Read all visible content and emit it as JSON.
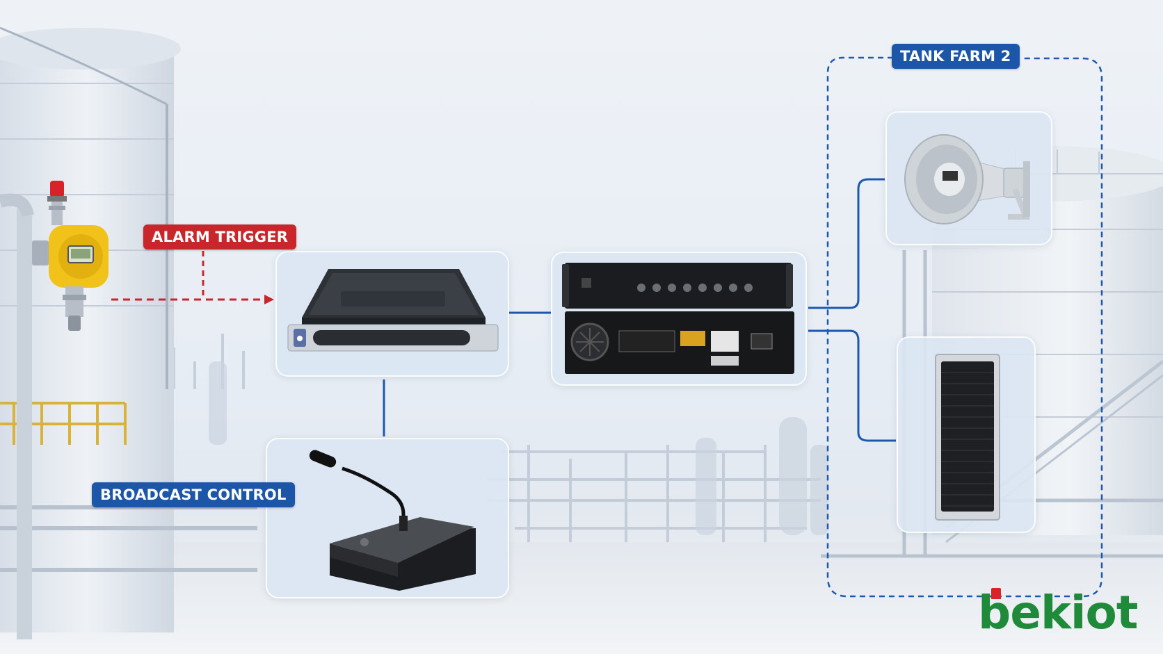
{
  "labels": {
    "alarm_trigger": "ALARM TRIGGER",
    "broadcast_control": "BROADCAST CONTROL",
    "tank_farm": "TANK FARM 2"
  },
  "logo": {
    "text": "bekiot"
  },
  "colors": {
    "alarm_red": "#c9262c",
    "label_blue": "#1b56a8",
    "wire_blue": "#1d58b0",
    "logo_green": "#1f8a3a",
    "logo_red": "#d8232a"
  },
  "icons": {
    "gas_detector": "gas-detector-icon",
    "server": "rack-server-icon",
    "amplifier": "pa-amplifier-icon",
    "microphone": "desk-microphone-icon",
    "horn": "horn-speaker-icon",
    "column": "column-speaker-icon"
  }
}
